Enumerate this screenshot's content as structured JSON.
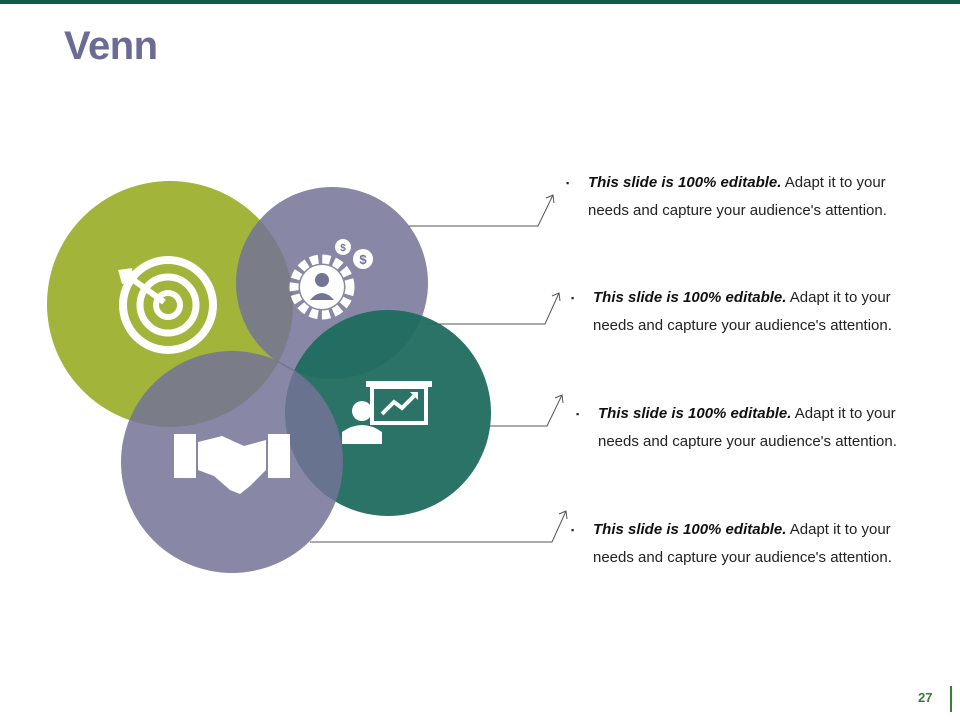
{
  "title": "Venn",
  "colors": {
    "accent_green": "#a3b43a",
    "purple": "#737396",
    "teal": "#1f6b5e",
    "top_bar": "#0f5b4b",
    "title": "#6b6b95",
    "page_number": "#3a7d3a"
  },
  "icons": [
    "target-icon",
    "settings-person-icon",
    "presentation-icon",
    "handshake-icon"
  ],
  "bullets": [
    {
      "bold": "This slide is 100% editable.",
      "text_line1": " Adapt it to your",
      "text_line2": "needs and capture your audience's attention."
    },
    {
      "bold": "This slide is 100% editable.",
      "text_line1": " Adapt it to your",
      "text_line2": "needs and capture your audience's attention."
    },
    {
      "bold": "This slide is 100% editable.",
      "text_line1": " Adapt it to your",
      "text_line2": "needs and capture your audience's attention."
    },
    {
      "bold": "This slide is 100% editable.",
      "text_line1": " Adapt it to your",
      "text_line2": "needs and capture your audience's attention."
    }
  ],
  "bullet_marker": "▪",
  "page_number": "27"
}
